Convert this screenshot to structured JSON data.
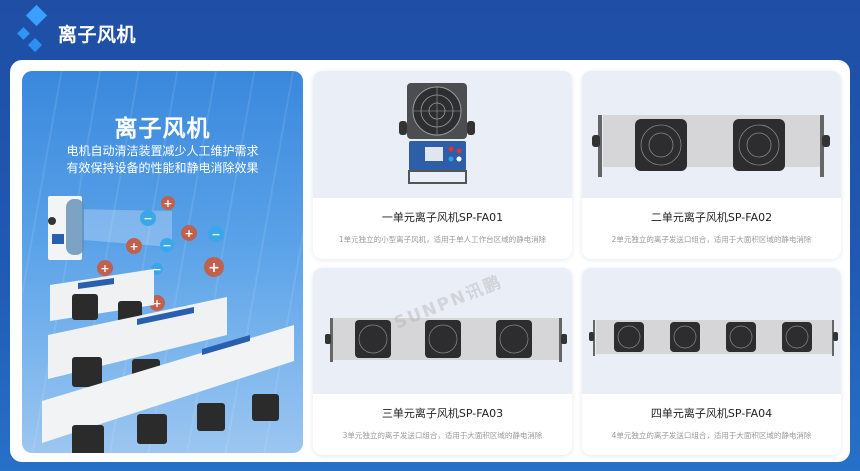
{
  "header": {
    "title": "离子风机",
    "logo_icon": "diamond-cluster-icon"
  },
  "hero": {
    "title": "离子风机",
    "subtitle_line1": "电机自动清洁装置减少人工维护需求",
    "subtitle_line2": "有效保持设备的性能和静电消除效果",
    "ion_symbols": {
      "positive": "+",
      "negative": "−"
    }
  },
  "products": [
    {
      "name": "一单元离子风机SP-FA01",
      "description": "1单元独立的小型离子风机，适用于单人工作台区域的静电消除",
      "fan_count": 1
    },
    {
      "name": "二单元离子风机SP-FA02",
      "description": "2单元独立的离子发送口组合，适用于大面积区域的静电消除",
      "fan_count": 2
    },
    {
      "name": "三单元离子风机SP-FA03",
      "description": "3单元独立的离子发送口组合，适用于大面积区域的静电消除",
      "fan_count": 3
    },
    {
      "name": "四单元离子风机SP-FA04",
      "description": "4单元独立的离子发送口组合，适用于大面积区域的静电消除",
      "fan_count": 4
    }
  ],
  "watermark": "SUNPN讯鹏",
  "colors": {
    "header_bg": "#1f4ea5",
    "accent_blue": "#2c8df0",
    "hero_top": "#3a88dd",
    "image_bg": "#eaeef6",
    "positive_ion": "#c0604f",
    "negative_ion": "#3aa7ea"
  }
}
